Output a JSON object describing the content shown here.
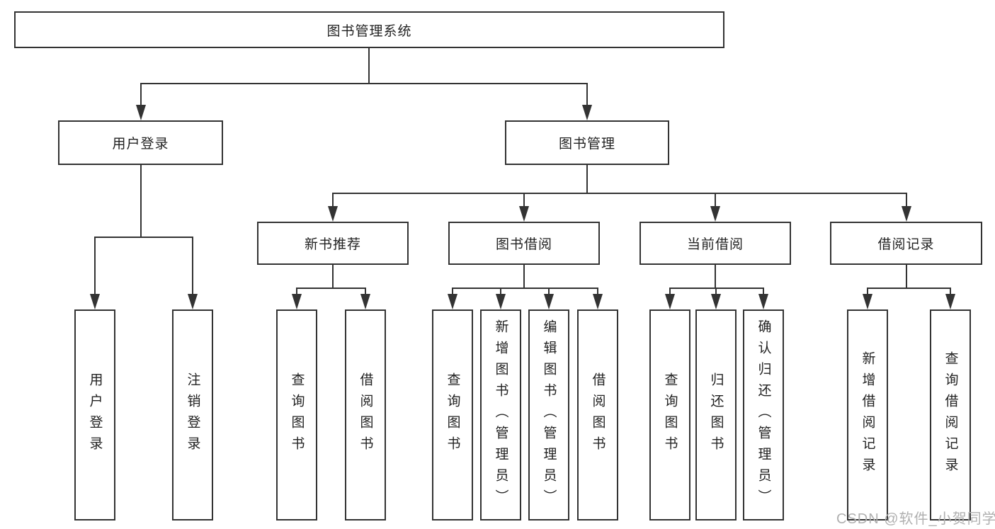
{
  "diagram": {
    "tree": {
      "label": "图书管理系统",
      "children": [
        {
          "label": "用户登录",
          "children": [
            {
              "label": "用户登录"
            },
            {
              "label": "注销登录"
            }
          ]
        },
        {
          "label": "图书管理",
          "children": [
            {
              "label": "新书推荐",
              "children": [
                {
                  "label": "查询图书"
                },
                {
                  "label": "借阅图书"
                }
              ]
            },
            {
              "label": "图书借阅",
              "children": [
                {
                  "label": "查询图书"
                },
                {
                  "label": "新增图书（管理员）"
                },
                {
                  "label": "编辑图书（管理员）"
                },
                {
                  "label": "借阅图书"
                }
              ]
            },
            {
              "label": "当前借阅",
              "children": [
                {
                  "label": "查询图书"
                },
                {
                  "label": "归还图书"
                },
                {
                  "label": "确认归还（管理员）"
                }
              ]
            },
            {
              "label": "借阅记录",
              "children": [
                {
                  "label": "新增借阅记录"
                },
                {
                  "label": "查询借阅记录"
                }
              ]
            }
          ]
        }
      ]
    },
    "watermark": {
      "text": "CSDN @软件_小贺同学"
    },
    "colors": {
      "line": "#333333",
      "text": "#222222",
      "watermark": "#b0b0b0",
      "background": "#ffffff"
    }
  }
}
